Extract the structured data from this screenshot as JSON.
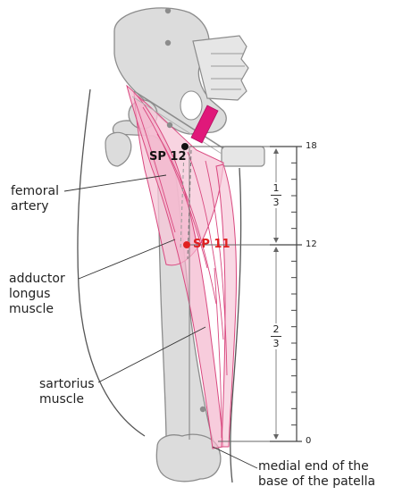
{
  "points": {
    "sp12": "SP 12",
    "sp11": "SP 11"
  },
  "labels": {
    "femoral_artery": [
      "femoral",
      "artery"
    ],
    "adductor_longus": [
      "adductor",
      "longus",
      "muscle"
    ],
    "sartorius": [
      "sartorius",
      "muscle"
    ],
    "patella": [
      "medial end of the",
      "base of the patella"
    ]
  },
  "scale": {
    "top": "18",
    "middle": "12",
    "bottom": "0",
    "upper_fraction": {
      "numerator": "1",
      "denominator": "3"
    },
    "lower_fraction": {
      "numerator": "2",
      "denominator": "3"
    }
  },
  "colors": {
    "bone_fill": "#dcdcdc",
    "bone_stroke": "#8c8c8c",
    "muscle_fill": "#f6c8d8",
    "muscle_line": "#d9487f",
    "artery": "#e0187a",
    "point_black": "#111111",
    "point_red": "#e02020"
  }
}
